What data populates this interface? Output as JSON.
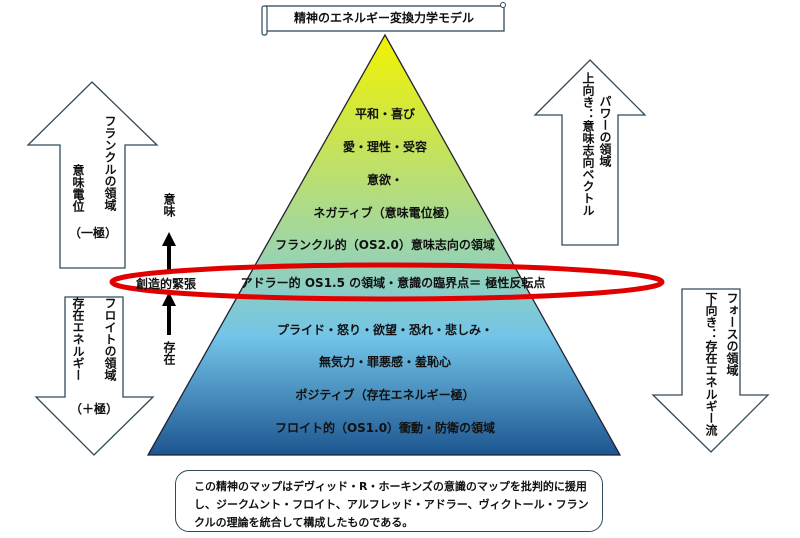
{
  "title": "精神のエネルギー変換力学モデル",
  "pyramid": {
    "levels_upper": [
      "平和・喜び",
      "愛・理性・受容",
      "意欲・",
      "ネガティブ（意味電位極）",
      "フランクル的（OS2.0）意味志向の領域"
    ],
    "critical": "アドラー的 OS1.5 の領域・意識の臨界点＝ 極性反転点",
    "levels_lower": [
      "プライド・怒り・欲望・恐れ・悲しみ・",
      "無気力・罪悪感・羞恥心",
      "ポジティブ（存在エネルギー極）",
      "フロイト的（OS1.0）衝動・防衛の領域"
    ],
    "colors": {
      "top": "#f2f200",
      "middle": "#9fd6a6",
      "light_blue": "#72c4e8",
      "bottom": "#1d5590"
    }
  },
  "left_up_arrow": {
    "domain": "フランクルの領域",
    "label": "意味電位",
    "pole": "（一極）"
  },
  "left_down_arrow": {
    "domain": "フロイトの領域",
    "label": "存在エネルギー",
    "pole": "（＋極）"
  },
  "tension": {
    "top": "意味",
    "middle": "創造的緊張",
    "bottom": "存在"
  },
  "right_up_arrow": {
    "domain": "パワーの領域",
    "label": "上向き：意味志向ベクトル"
  },
  "right_down_arrow": {
    "domain": "フォースの領域",
    "label": "下向き：存在エネルギー流"
  },
  "note": [
    "この精神のマップはデヴィッド・R・ホーキンズの意識のマップを批判的に援用",
    "し、ジークムント・フロイト、アルフレッド・アドラー、ヴィクトール・フラン",
    "クルの理論を統合して構成したものである。"
  ],
  "ellipse_color": "#e00000"
}
